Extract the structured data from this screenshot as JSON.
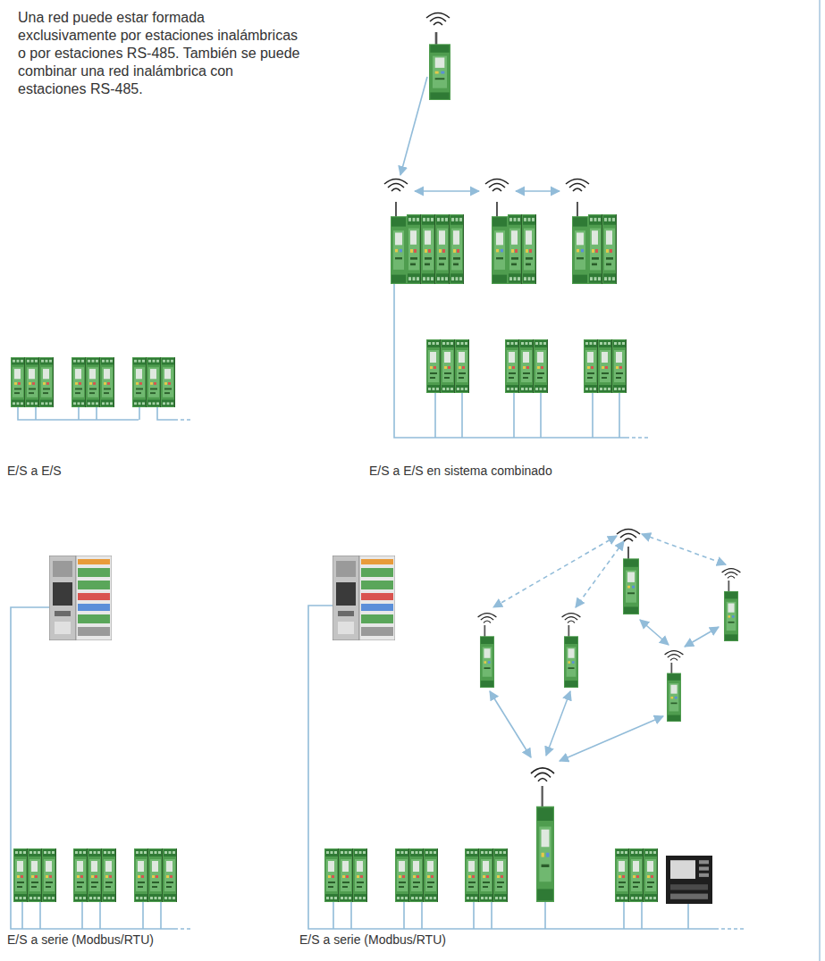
{
  "diagram": {
    "labels": [
      "Una red puede estar formada exclusivamente por estaciones inalámbricas o por estaciones RS-485. También se puede combinar una red inalámbrica con estaciones RS-485.",
      "E/S a E/S",
      "E/S a E/S en sistema combinado",
      "E/S a serie (Modbus/RTU)",
      "E/S a serie (Modbus/RTU)"
    ]
  }
}
